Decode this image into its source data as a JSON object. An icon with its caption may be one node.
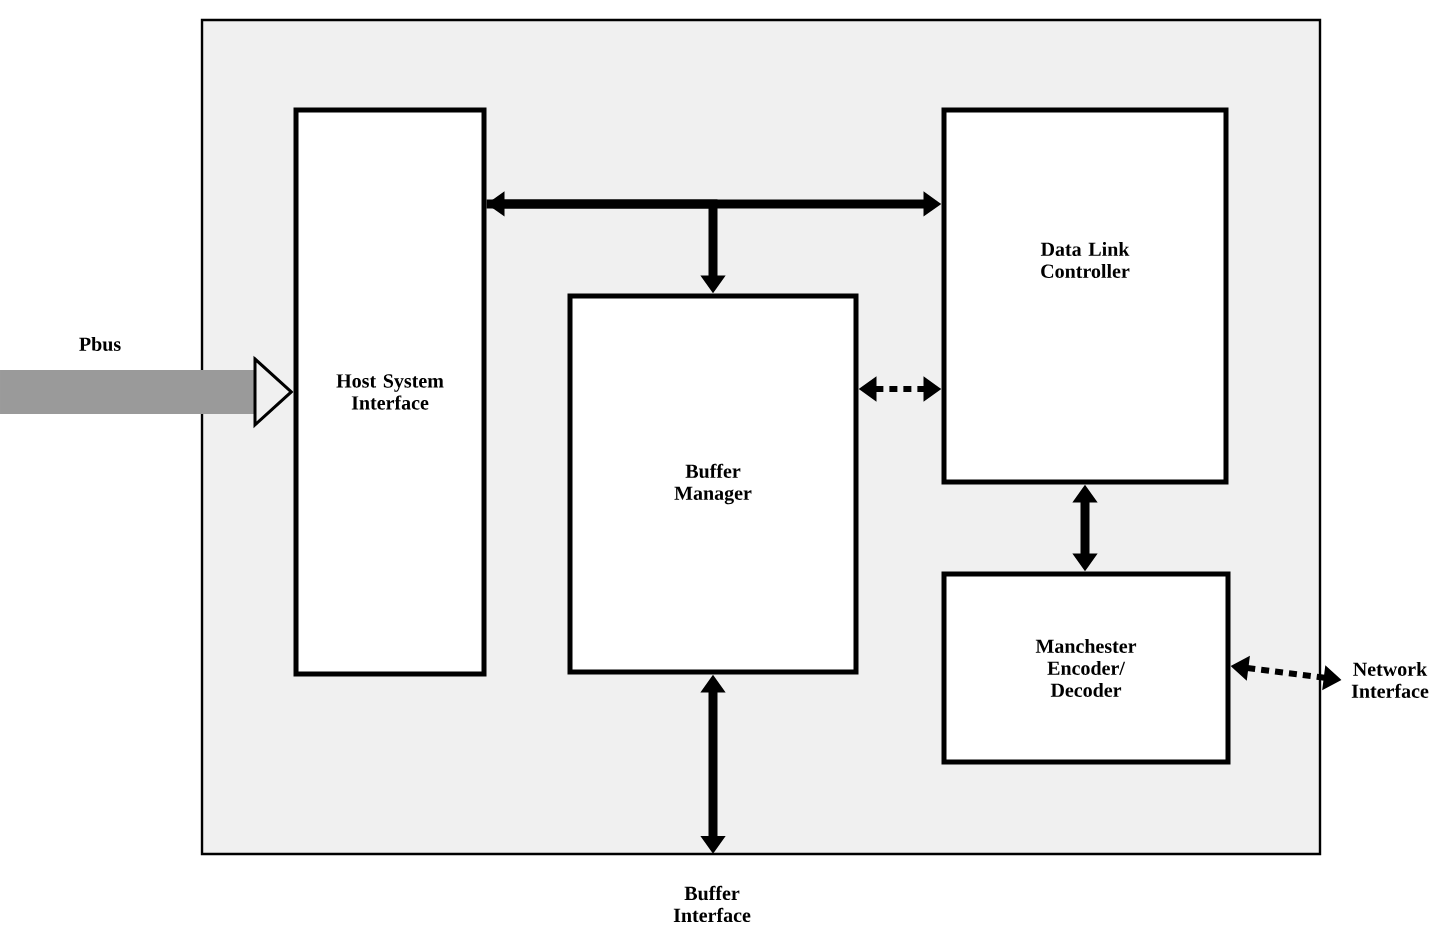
{
  "diagram": {
    "nodes": [
      {
        "text": [],
        "shape": "box"
      },
      {
        "text": [
          "Host System Interface"
        ],
        "in": 0
      },
      {
        "text": [
          "Buffer Manager"
        ],
        "in": 0
      },
      {
        "text": [
          "Data Link Controller"
        ],
        "in": 0
      },
      {
        "text": [
          "Manchester Encoder/ Decoder"
        ],
        "in": 0
      },
      {
        "text": [
          "Network Interface"
        ]
      },
      {
        "text": [
          "Buffer Interface"
        ]
      }
    ],
    "edges": [
      {
        "from": 1,
        "to": 3,
        "arrow": "both"
      },
      {
        "from": 1,
        "to": 2,
        "arrow": "to"
      },
      {
        "from": 2,
        "to": 3,
        "arrow": "both",
        "style": "dashed"
      },
      {
        "from": 3,
        "to": 4,
        "arrow": "both"
      },
      {
        "from": 4,
        "to": 5,
        "arrow": "both",
        "style": "dashed"
      },
      {
        "from": 2,
        "to": 6,
        "arrow": "both"
      },
      {
        "from": null,
        "to": 1,
        "arrow": "to",
        "label": "Pbus",
        "style": "thick",
        "color": "#9a9a9a"
      }
    ]
  }
}
